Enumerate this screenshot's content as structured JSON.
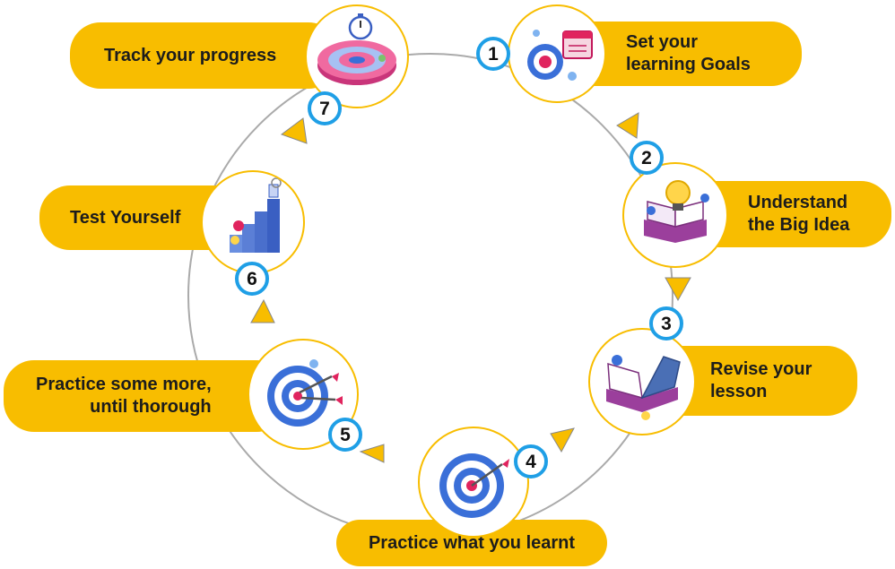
{
  "steps": [
    {
      "number": "1",
      "label_lines": [
        "Set your",
        "learning Goals"
      ],
      "icon": "target-calendar-icon"
    },
    {
      "number": "2",
      "label_lines": [
        "Understand",
        "the Big Idea"
      ],
      "icon": "lightbulb-book-icon"
    },
    {
      "number": "3",
      "label_lines": [
        "Revise your",
        "lesson"
      ],
      "icon": "open-book-icon"
    },
    {
      "number": "4",
      "label_lines": [
        "Practice what you learnt"
      ],
      "icon": "dartboard-icon"
    },
    {
      "number": "5",
      "label_lines": [
        "Practice some more,",
        "until thorough"
      ],
      "icon": "dartboard-arrows-icon"
    },
    {
      "number": "6",
      "label_lines": [
        "Test Yourself"
      ],
      "icon": "stairs-trophy-icon"
    },
    {
      "number": "7",
      "label_lines": [
        "Track your progress"
      ],
      "icon": "stopwatch-target-icon"
    }
  ],
  "colors": {
    "pill": "#f8bd00",
    "badge_ring": "#1f9fe6",
    "ring_line": "#aaaaaa"
  }
}
